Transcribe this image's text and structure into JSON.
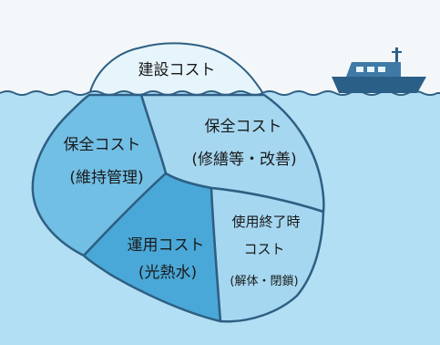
{
  "colors": {
    "sky": "#f4f7fa",
    "sea": "#b3dff4",
    "tip": "#e6f4fb",
    "outline": "#2e5f83",
    "piece_dark": "#4aa8d8",
    "piece_medium": "#72bfe5",
    "piece_light": "#a5d7f0",
    "ship_hull": "#2a5f88",
    "ship_cabin": "#3f7aa6"
  },
  "tip": {
    "label": "建設コスト"
  },
  "sections": {
    "maintenance_repair": {
      "line1": "保全コスト",
      "line2": "(修繕等・改善)"
    },
    "maintenance_management": {
      "line1": "保全コスト",
      "line2": "(維持管理)"
    },
    "operation": {
      "line1": "運用コスト",
      "line2": "(光熱水)"
    },
    "end_of_life": {
      "line1": "使用終了時",
      "line2": "コスト",
      "line3": "(解体・閉鎖)"
    }
  }
}
